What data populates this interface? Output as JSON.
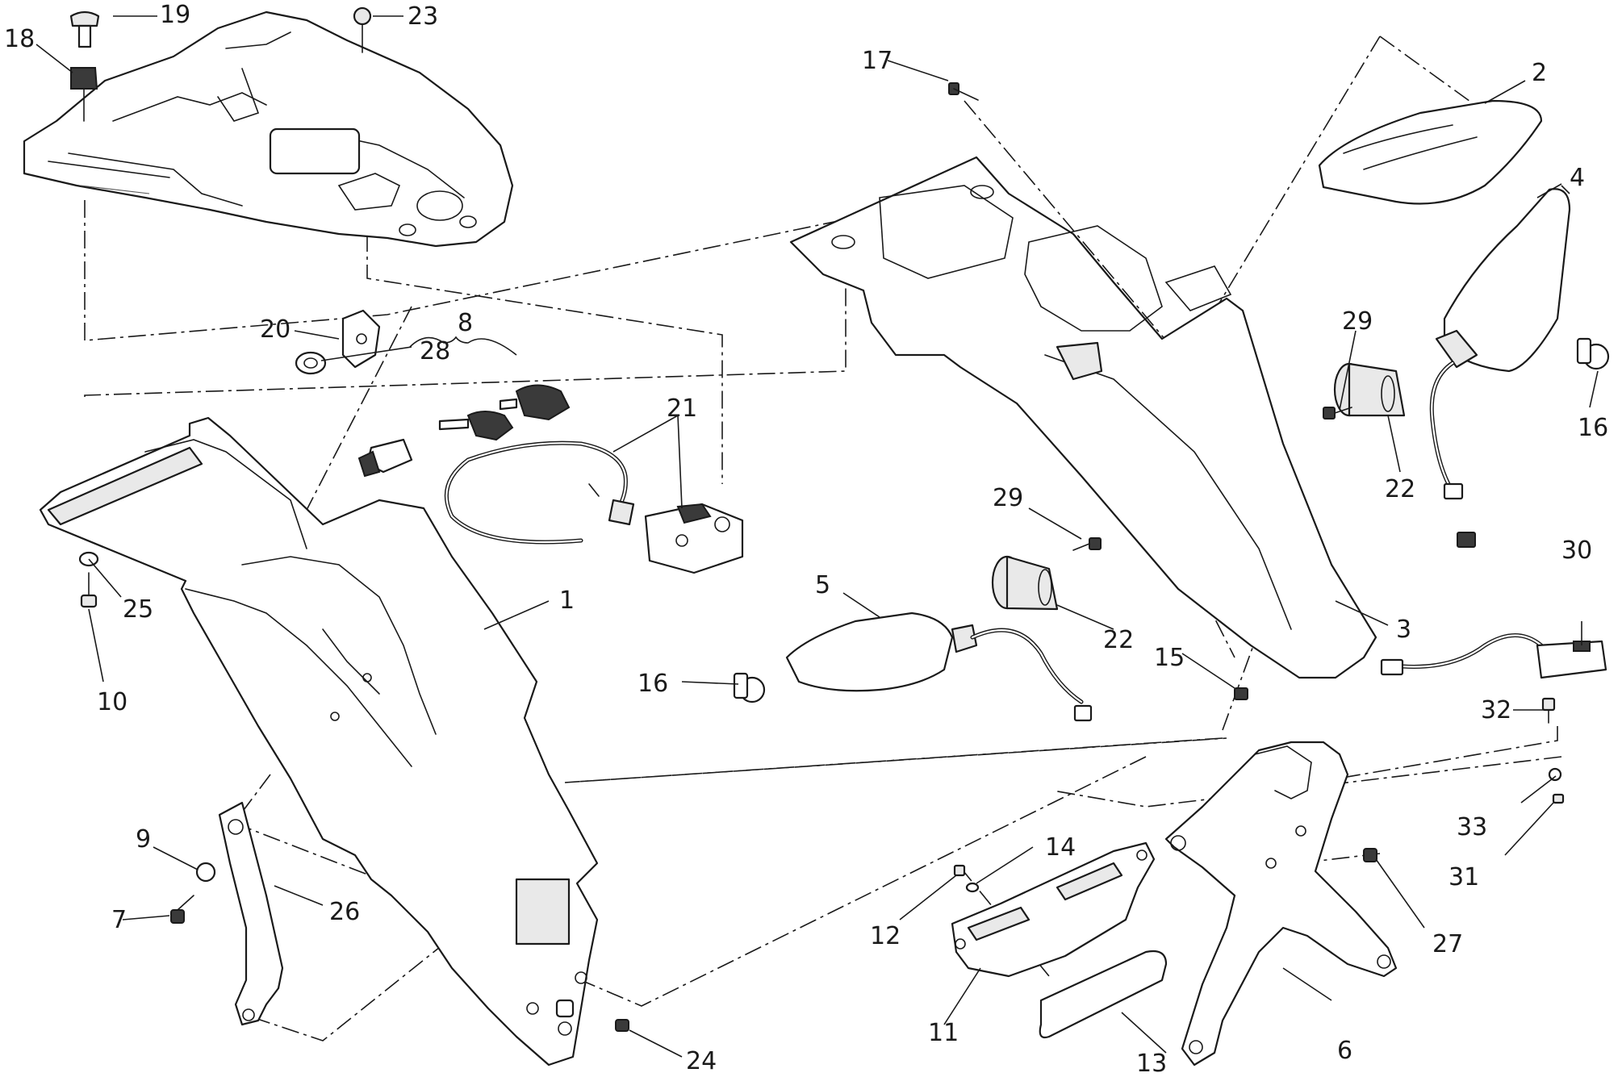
{
  "callouts": [
    {
      "id": "c1",
      "text": "1"
    },
    {
      "id": "c2",
      "text": "2"
    },
    {
      "id": "c3",
      "text": "3"
    },
    {
      "id": "c4",
      "text": "4"
    },
    {
      "id": "c5",
      "text": "5"
    },
    {
      "id": "c6",
      "text": "6"
    },
    {
      "id": "c7",
      "text": "7"
    },
    {
      "id": "c8",
      "text": "8"
    },
    {
      "id": "c9",
      "text": "9"
    },
    {
      "id": "c10",
      "text": "10"
    },
    {
      "id": "c11",
      "text": "11"
    },
    {
      "id": "c12",
      "text": "12"
    },
    {
      "id": "c13",
      "text": "13"
    },
    {
      "id": "c14",
      "text": "14"
    },
    {
      "id": "c15",
      "text": "15"
    },
    {
      "id": "c16a",
      "text": "16"
    },
    {
      "id": "c16b",
      "text": "16"
    },
    {
      "id": "c17",
      "text": "17"
    },
    {
      "id": "c18",
      "text": "18"
    },
    {
      "id": "c19",
      "text": "19"
    },
    {
      "id": "c20",
      "text": "20"
    },
    {
      "id": "c21",
      "text": "21"
    },
    {
      "id": "c22a",
      "text": "22"
    },
    {
      "id": "c22b",
      "text": "22"
    },
    {
      "id": "c23",
      "text": "23"
    },
    {
      "id": "c24",
      "text": "24"
    },
    {
      "id": "c25",
      "text": "25"
    },
    {
      "id": "c26",
      "text": "26"
    },
    {
      "id": "c27",
      "text": "27"
    },
    {
      "id": "c28",
      "text": "28"
    },
    {
      "id": "c29a",
      "text": "29"
    },
    {
      "id": "c29b",
      "text": "29"
    },
    {
      "id": "c30",
      "text": "30"
    },
    {
      "id": "c31",
      "text": "31"
    },
    {
      "id": "c32",
      "text": "32"
    },
    {
      "id": "c33",
      "text": "33"
    }
  ]
}
